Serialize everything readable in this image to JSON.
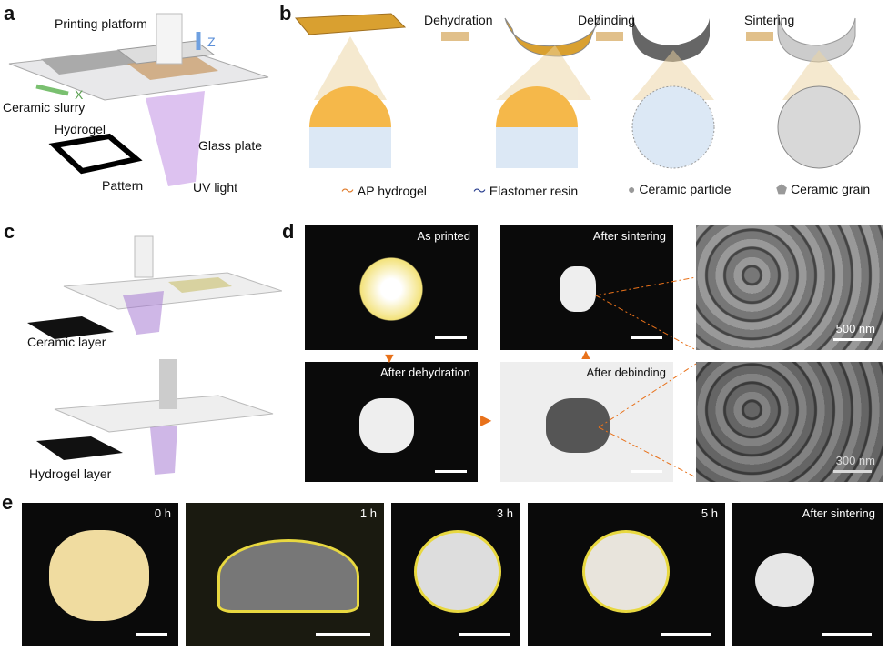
{
  "panels": {
    "a": "a",
    "b": "b",
    "c": "c",
    "d": "d",
    "e": "e"
  },
  "a": {
    "printing_platform": "Printing platform",
    "z": "Z",
    "x": "X",
    "ceramic_slurry": "Ceramic slurry",
    "hydrogel": "Hydrogel",
    "glass_plate": "Glass plate",
    "pattern": "Pattern",
    "uv_light": "UV light"
  },
  "b": {
    "steps": [
      "Dehydration",
      "Debinding",
      "Sintering"
    ],
    "legend": [
      "AP hydrogel",
      "Elastomer resin",
      "Ceramic particle",
      "Ceramic grain"
    ],
    "colors": {
      "hydrogel": "#e07b2a",
      "elastomer": "#2a3f8f",
      "particle": "#999999",
      "slab": "#d9a030"
    }
  },
  "c": {
    "ceramic_layer": "Ceramic layer",
    "hydrogel_layer": "Hydrogel layer"
  },
  "d": {
    "as_printed": "As printed",
    "after_dehydration": "After dehydration",
    "after_sintering": "After sintering",
    "after_debinding": "After debinding",
    "scale_500": "500 nm",
    "scale_300": "300 nm"
  },
  "e": {
    "times": [
      "0 h",
      "1 h",
      "3 h",
      "5 h",
      "After sintering"
    ]
  }
}
